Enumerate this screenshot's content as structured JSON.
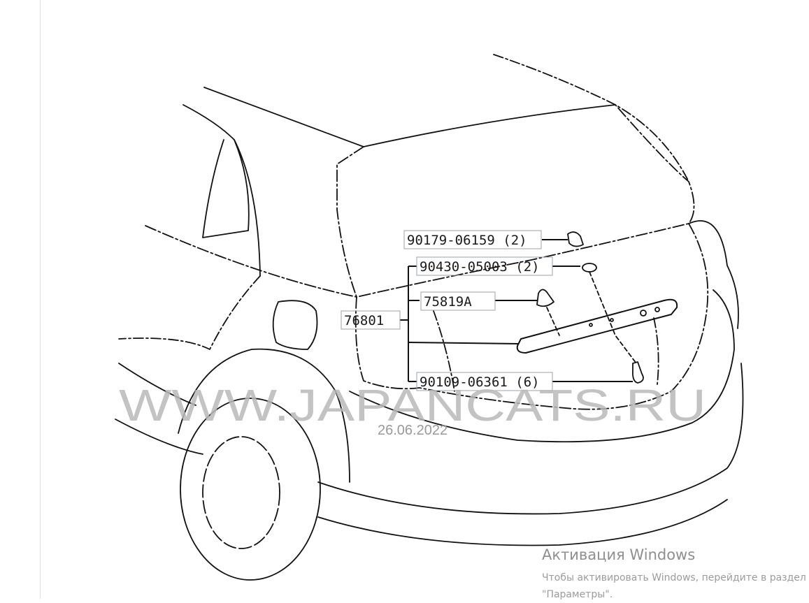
{
  "diagram": {
    "parts": [
      {
        "number": "90179-06159 (2)"
      },
      {
        "number": "90430-05003 (2)"
      },
      {
        "number": "75819A"
      },
      {
        "number": "76801"
      },
      {
        "number": "90109-06361 (6)"
      }
    ]
  },
  "watermark": {
    "text": "WWW.JAPANCATS.RU",
    "date": "26.06.2022"
  },
  "activation": {
    "title": "Активация Windows",
    "line1": "Чтобы активировать Windows, перейдите в раздел",
    "line2": "\"Параметры\"."
  }
}
